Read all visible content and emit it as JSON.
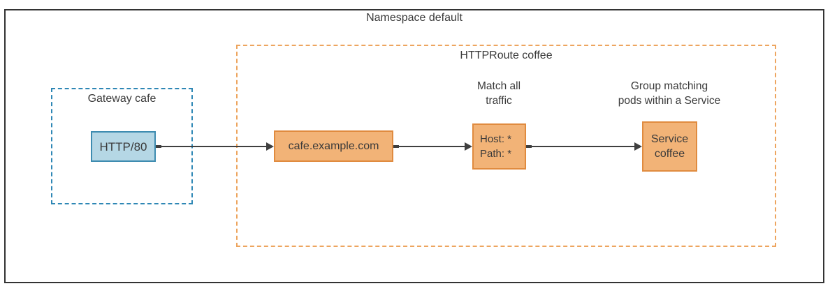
{
  "title": "Namespace default",
  "gateway": {
    "label": "Gateway cafe",
    "listener_label": "HTTP/80"
  },
  "httproute": {
    "label": "HTTPRoute coffee",
    "hostname_label": "cafe.example.com",
    "match_annotation_line1": "Match all",
    "match_annotation_line2": "traffic",
    "match_line1": "Host: *",
    "match_line2": "Path: *",
    "backend_annotation_line1": "Group matching",
    "backend_annotation_line2": "pods within a Service",
    "backend_line1": "Service",
    "backend_line2": "coffee"
  },
  "colors": {
    "namespace_border": "#333333",
    "gateway_dashed_border": "#2e87b5",
    "listener_fill": "#b5d7e5",
    "listener_border": "#3e8cb0",
    "httproute_dashed_border": "#eda55f",
    "node_fill": "#f2b377",
    "node_border": "#e08b3f",
    "arrow": "#3f3f3f",
    "text": "#3a3a3a"
  }
}
